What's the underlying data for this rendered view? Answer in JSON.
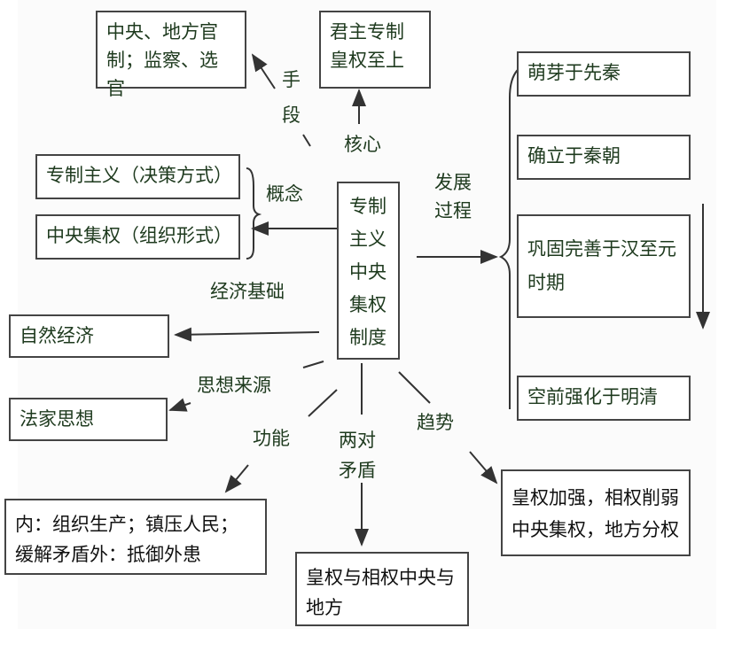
{
  "center": "专制主义中央集权制度",
  "boxes": {
    "means": "中央、地方官制；监察、选官",
    "core": "君主专制皇权至上",
    "concept1": "专制主义（决策方式）",
    "concept2": "中央集权（组织形式）",
    "economy": "自然经济",
    "thought": "法家思想",
    "function": "内：组织生产；镇压人民；缓解矛盾外：抵御外患",
    "contradictions": "皇权与相权中央与地方",
    "trend": "皇权加强，相权削弱中央集权，地方分权",
    "dev1": "萌芽于先秦",
    "dev2": "确立于秦朝",
    "dev3": "巩固完善于汉至元时期",
    "dev4": "空前强化于明清"
  },
  "labels": {
    "means": "手段",
    "core": "核心",
    "concept": "概念",
    "development": "发展过程",
    "economy": "经济基础",
    "thought": "思想来源",
    "function": "功能",
    "contradictions": "两对矛盾",
    "trend": "趋势"
  }
}
